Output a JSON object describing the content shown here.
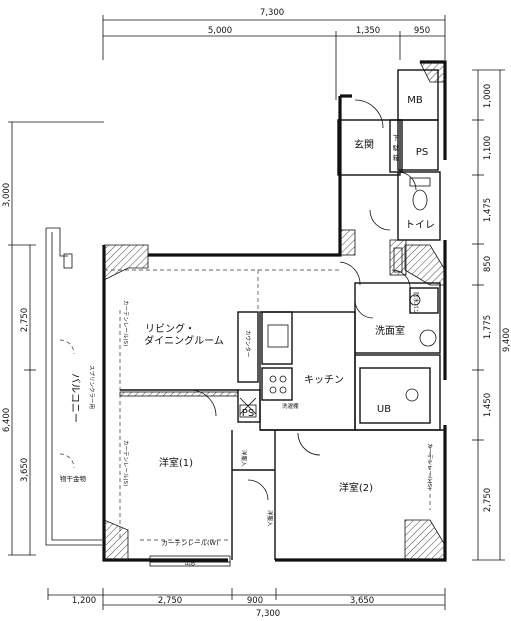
{
  "dimensions": {
    "top_total": "7,300",
    "top_a": "5,000",
    "top_b": "1,350",
    "top_c": "950",
    "bottom_a": "1,200",
    "bottom_b": "2,750",
    "bottom_c": "900",
    "bottom_d": "3,650",
    "bottom_total": "7,300",
    "right_a": "1,000",
    "right_b": "1,100",
    "right_c": "1,475",
    "right_d": "850",
    "right_e": "1,775",
    "right_f": "1,450",
    "right_g": "2,750",
    "right_total": "9,400",
    "left_a": "3,000",
    "left_b": "2,750",
    "left_c": "3,650",
    "left_total": "6,400"
  },
  "rooms": {
    "entrance": "玄関",
    "mb": "MB",
    "ps_top": "PS",
    "toilet": "トイレ",
    "washroom": "洗面室",
    "living_1": "リビング・",
    "living_2": "ダイニングルーム",
    "kitchen": "キッチン",
    "ub": "UB",
    "western_1": "洋室(1)",
    "western_2": "洋室(2)",
    "balcony": "バルコニー",
    "ps_mid": "PS"
  },
  "labels": {
    "shoe_box_1": "下",
    "shoe_box_2": "駄",
    "shoe_box_3": "箱",
    "counter": "カウンター",
    "curtain_rail_w": "カーテンレール(W)",
    "curtain_rail_s": "カーテンレール(S)",
    "sprinkler": "スプリンクラー用",
    "hardware": "物干金物",
    "closet": "洋服入",
    "linen": "洗濯棚",
    "waterproof_pan": "防水パン",
    "window_exit": "出窓"
  }
}
